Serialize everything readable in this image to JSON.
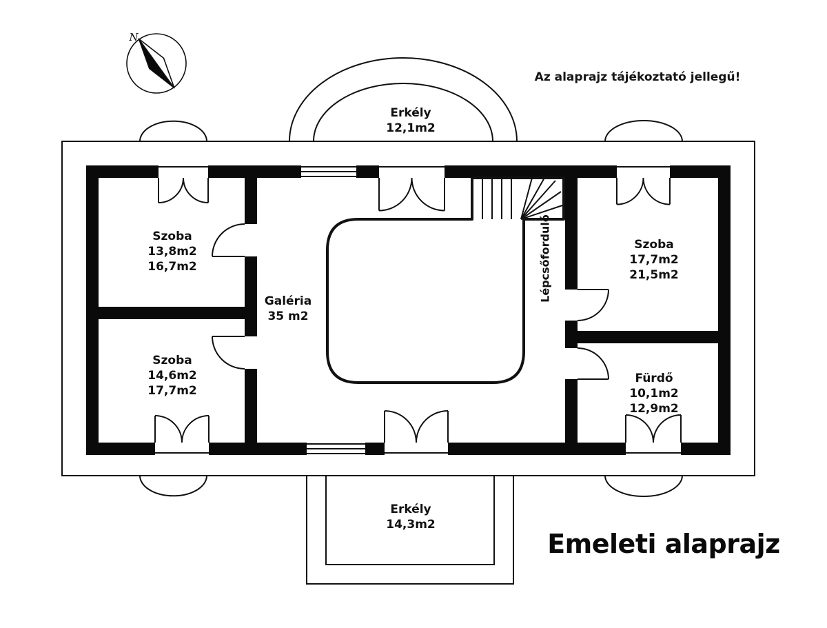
{
  "page": {
    "disclaimer": "Az alaprajz tájékoztató jellegű!",
    "title": "Emeleti alaprajz",
    "compass": {
      "north_label": "N"
    }
  },
  "rooms": {
    "balcony_top": {
      "name": "Erkély",
      "area": "12,1m2"
    },
    "szoba_top_left": {
      "name": "Szoba",
      "area_net": "13,8m2",
      "area_gross": "16,7m2"
    },
    "szoba_bottom_left": {
      "name": "Szoba",
      "area_net": "14,6m2",
      "area_gross": "17,7m2"
    },
    "galeria": {
      "name": "Galéria",
      "area": "35 m2"
    },
    "stair_landing": {
      "name": "Lépcsőforduló"
    },
    "szoba_top_right": {
      "name": "Szoba",
      "area_net": "17,7m2",
      "area_gross": "21,5m2"
    },
    "furdo": {
      "name": "Fürdő",
      "area_net": "10,1m2",
      "area_gross": "12,9m2"
    },
    "balcony_bottom": {
      "name": "Erkély",
      "area": "14,3m2"
    }
  },
  "colors": {
    "wall": "#0a0a0a",
    "line": "#111111",
    "background": "#ffffff",
    "text": "#111111"
  }
}
